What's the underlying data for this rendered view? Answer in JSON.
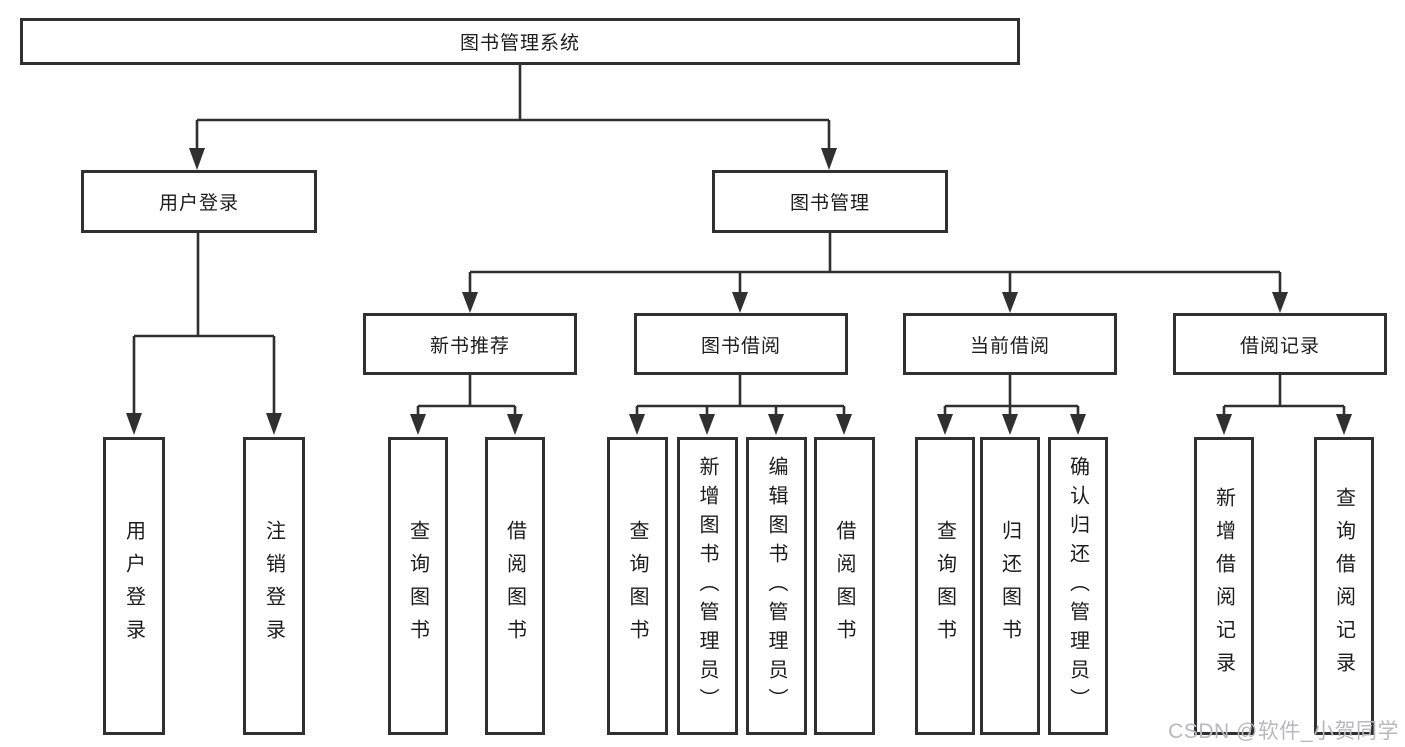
{
  "colors": {
    "line": "#303030",
    "box_border": "#303030",
    "text": "#1c1c1c",
    "background": "#ffffff",
    "watermark": "#b9b9bd"
  },
  "diagram": {
    "root": "图书管理系统",
    "login": {
      "label": "用户登录",
      "children": [
        "用户登录",
        "注销登录"
      ]
    },
    "management": {
      "label": "图书管理"
    },
    "sections": [
      {
        "label": "新书推荐",
        "children": [
          "查询图书",
          "借阅图书"
        ]
      },
      {
        "label": "图书借阅",
        "children": [
          "查询图书",
          "新增图书（管理员）",
          "编辑图书（管理员）",
          "借阅图书"
        ]
      },
      {
        "label": "当前借阅",
        "children": [
          "查询图书",
          "归还图书",
          "确认归还（管理员）"
        ]
      },
      {
        "label": "借阅记录",
        "children": [
          "新增借阅记录",
          "查询借阅记录"
        ]
      }
    ],
    "watermark": "CSDN @软件_小贺同学"
  }
}
